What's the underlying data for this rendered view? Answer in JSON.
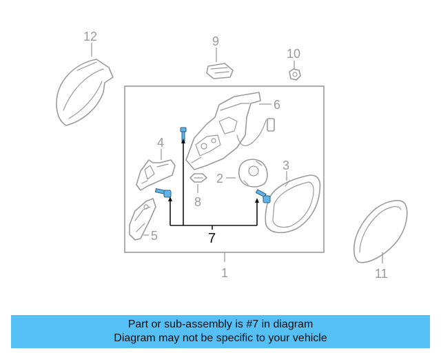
{
  "callouts": {
    "c1": "1",
    "c2": "2",
    "c3": "3",
    "c4": "4",
    "c5": "5",
    "c6": "6",
    "c7": "7",
    "c8": "8",
    "c9": "9",
    "c10": "10",
    "c11": "11",
    "c12": "12"
  },
  "banner": {
    "line1": "Part or sub-assembly is #7 in diagram",
    "line2": "Diagram may not be specific to your vehicle"
  },
  "colors": {
    "banner_bg": "#55c0f6",
    "highlight_part": "#5fb3e8",
    "line_art": "#9a9a9a"
  }
}
